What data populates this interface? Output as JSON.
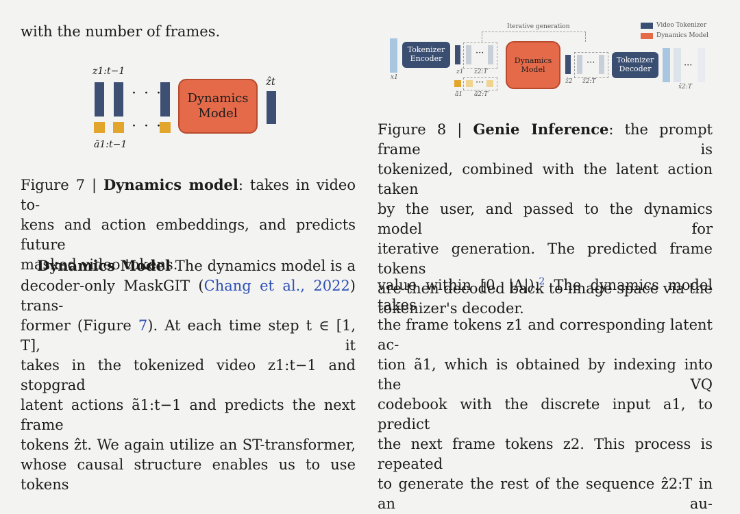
{
  "top_line": "with the number of frames.",
  "fig7": {
    "z_label": "z1:t−1",
    "a_label": "ã1:t−1",
    "zhat_label": "ẑt",
    "model_label": "Dynamics Model",
    "caption_prefix": "Figure 7 | ",
    "caption_title": "Dynamics model",
    "caption_lines": [
      ": takes in video to-",
      "kens and action embeddings, and predicts future",
      "masked video tokens."
    ]
  },
  "fig8": {
    "iter_label": "Iterative generation",
    "legend": [
      "Video Tokenizer",
      "Dynamics Model"
    ],
    "encoder_label": "Tokenizer Encoder",
    "model_label": "Dynamics Model",
    "decoder_label": "Tokenizer Decoder",
    "x1": "x1",
    "z1": "z1",
    "z2T_a": "ẑ2:T",
    "a1": "ã1",
    "a2T": "ã2:T",
    "z2": "ẑ2",
    "z2T_b": "ẑ2:T",
    "x2T": "x̂2:T",
    "caption_prefix": "Figure 8 | ",
    "caption_title": "Genie Inference",
    "caption_lines": [
      ": the prompt frame is",
      "tokenized, combined with the latent action taken",
      "by the user, and passed to the dynamics model for",
      "iterative generation. The predicted frame tokens",
      "are then decoded back to image space via the",
      "tokenizer's decoder."
    ]
  },
  "left_body": {
    "heading": "Dynamics Model",
    "line1_rest": " The dynamics model is a",
    "line2_a": "decoder-only MaskGIT (",
    "line2_link": "Chang et al., 2022",
    "line2_b": ") trans-",
    "line3_a": "former (Figure ",
    "line3_link": "7",
    "line3_b": "). At each time step t ∈ [1, T], it",
    "line4": "takes in the tokenized video z1:t−1 and stopgrad",
    "line5": "latent actions ã1:t−1 and predicts the next frame",
    "line6": "tokens ẑt.  We again utilize an ST-transformer,",
    "line7": "whose causal structure enables us to use tokens"
  },
  "right_body": {
    "line1": "value within [0, |A|).",
    "line1_sup": "2",
    "line1_rest": " The dynamics model takes",
    "line2": "the frame tokens z1 and corresponding latent ac-",
    "line3": "tion ã1, which is obtained by indexing into the VQ",
    "line4": "codebook with the discrete input a1, to predict",
    "line5": "the next frame tokens z2. This process is repeated",
    "line6": "to generate the rest of the sequence ẑ2:T in an au-"
  },
  "colors": {
    "token_navy": "#3d4f73",
    "action_yellow": "#e3a62c",
    "dynamics_orange": "#e46a4a",
    "link_blue": "#2d4fb3"
  }
}
